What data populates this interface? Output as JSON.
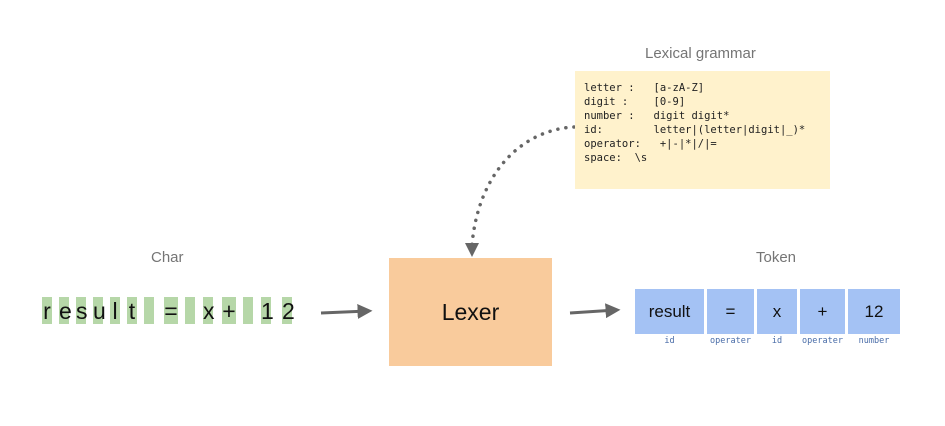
{
  "grammar": {
    "title": "Lexical grammar",
    "lines": [
      "letter :   [a-zA-Z]",
      "digit :    [0-9]",
      "number :   digit digit*",
      "id:        letter|(letter|digit|_)*",
      "operator:   +|-|*|/|=",
      "space:  \\s"
    ]
  },
  "char_section": {
    "label": "Char",
    "chars": [
      "r",
      "e",
      "s",
      "u",
      "l",
      "t",
      "",
      "=",
      "",
      "x",
      "+",
      "",
      "1",
      "2"
    ]
  },
  "lexer": {
    "label": "Lexer"
  },
  "token_section": {
    "label": "Token",
    "tokens": [
      {
        "value": "result",
        "type": "id"
      },
      {
        "value": "=",
        "type": "operater"
      },
      {
        "value": "x",
        "type": "id"
      },
      {
        "value": "+",
        "type": "operater"
      },
      {
        "value": "12",
        "type": "number"
      }
    ]
  },
  "colors": {
    "char_fill": "#b6d7a8",
    "lexer_fill": "#f9cb9c",
    "token_fill": "#a4c2f4",
    "grammar_fill": "#fff2cc",
    "arrow": "#666666"
  }
}
